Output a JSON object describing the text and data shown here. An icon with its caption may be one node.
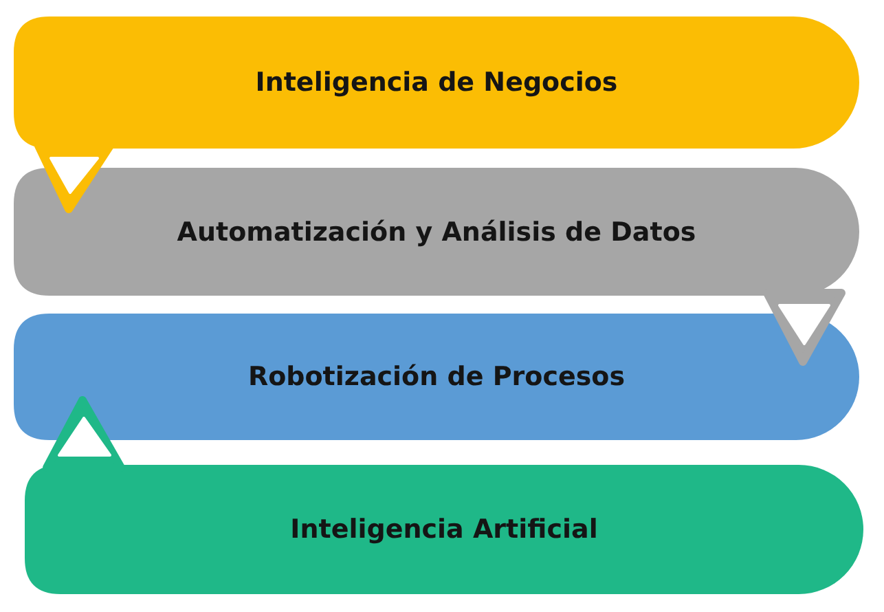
{
  "diagram": {
    "nodes": [
      {
        "text": [
          "Inteligencia de Negocios"
        ]
      },
      {
        "text": [
          "Automatización y Análisis de Datos"
        ]
      },
      {
        "text": [
          "Robotización de Procesos"
        ]
      },
      {
        "text": [
          "Inteligencia Artificial"
        ]
      }
    ]
  }
}
